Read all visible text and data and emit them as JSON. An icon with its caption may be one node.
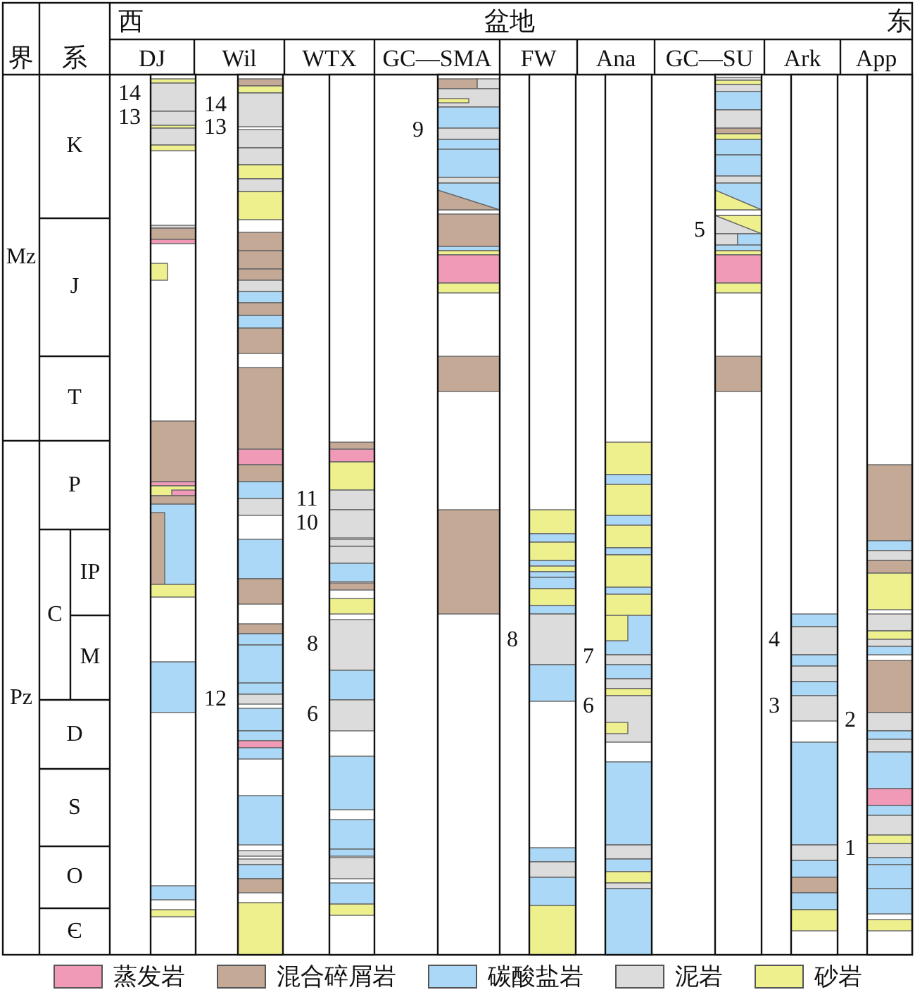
{
  "diagram": {
    "labels": [
      "界",
      "系",
      "西",
      "盆地",
      "东",
      "DJ",
      "Wil",
      "WTX",
      "GC—SMA",
      "FW",
      "Ana",
      "GC—SU",
      "Ark",
      "App",
      "Mz",
      "K",
      "J",
      "T",
      "Pz",
      "P",
      "C",
      "IP",
      "M",
      "D",
      "S",
      "O",
      "Є",
      "14",
      "13",
      "14",
      "13",
      "12",
      "11",
      "10",
      "8",
      "6",
      "9",
      "8",
      "7",
      "6",
      "5",
      "4",
      "3",
      "2",
      "1"
    ],
    "legend": [
      {
        "text": "蒸发岩",
        "color": "#f09ab8"
      },
      {
        "text": "混合碎屑岩",
        "color": "#c4a996"
      },
      {
        "text": "碳酸盐岩",
        "color": "#aad8f6"
      },
      {
        "text": "泥岩",
        "color": "#dcdcdc"
      },
      {
        "text": "砂岩",
        "color": "#eef08e"
      }
    ]
  }
}
